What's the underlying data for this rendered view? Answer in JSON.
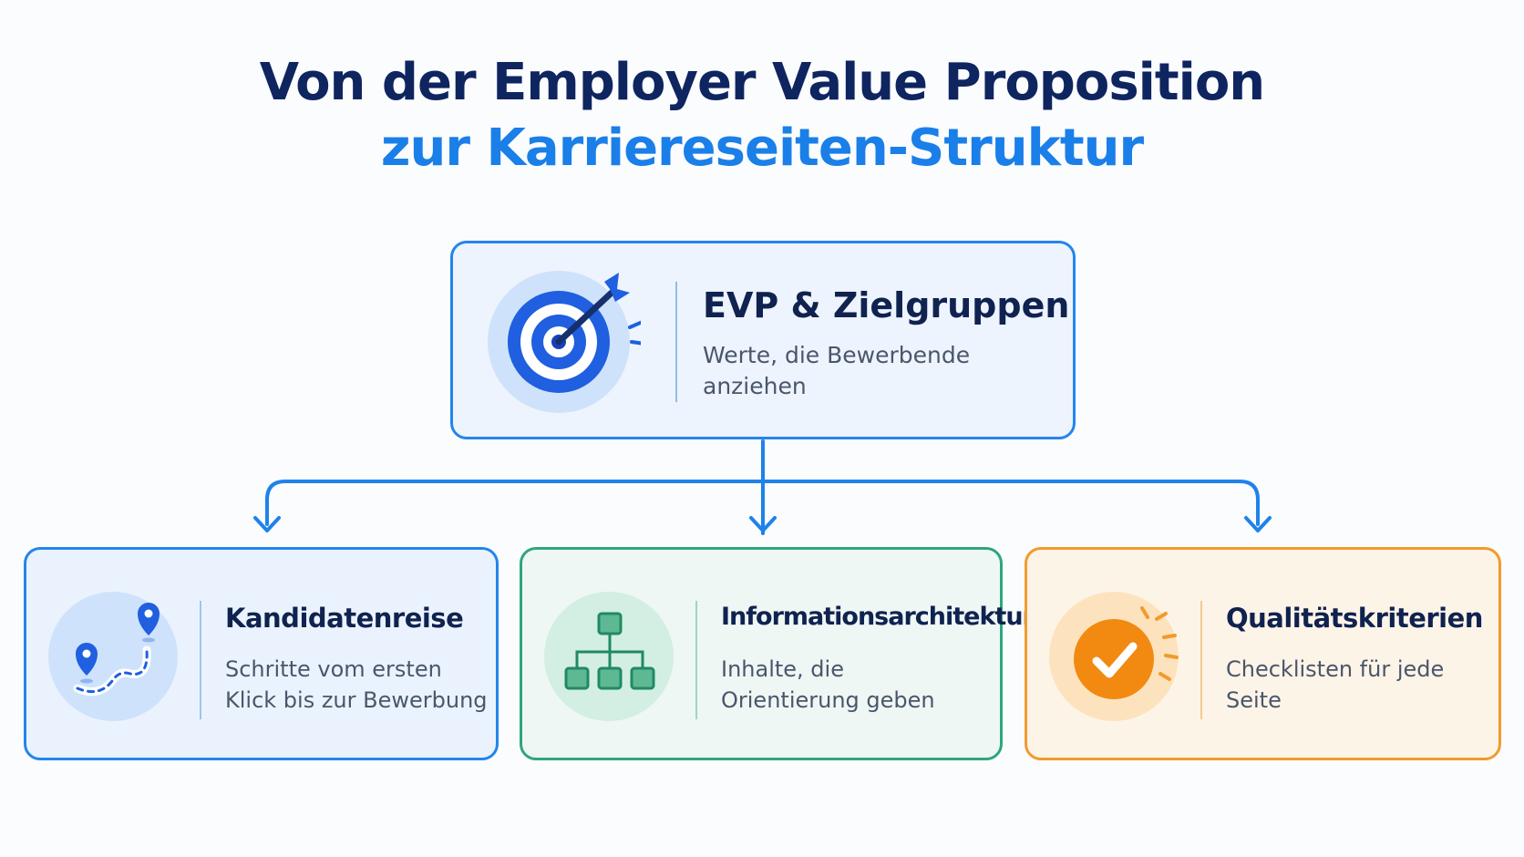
{
  "title": {
    "line1": "Von der Employer Value Proposition",
    "line2": "zur Karriereseiten-Struktur",
    "line1_color": "#0f2560",
    "line2_color": "#1a7fe8"
  },
  "top_card": {
    "heading": "EVP & Zielgruppen",
    "description": "Werte, die Bewerbende anziehen",
    "icon": "target-arrow-icon",
    "accent": "#2485ec"
  },
  "cards": [
    {
      "heading": "Kandidatenreise",
      "description": "Schritte vom ersten Klick bis zur Bewerbung",
      "icon": "map-route-icon",
      "accent": "#2485ec"
    },
    {
      "heading": "Informationsarchitektur",
      "description": "Inhalte, die Orientierung geben",
      "icon": "sitemap-icon",
      "accent": "#2fa67d"
    },
    {
      "heading": "Qualitätskriterien",
      "description": "Checklisten für jede Seite",
      "icon": "checkmark-badge-icon",
      "accent": "#f29a2e"
    }
  ],
  "connector_color": "#1f82ea"
}
